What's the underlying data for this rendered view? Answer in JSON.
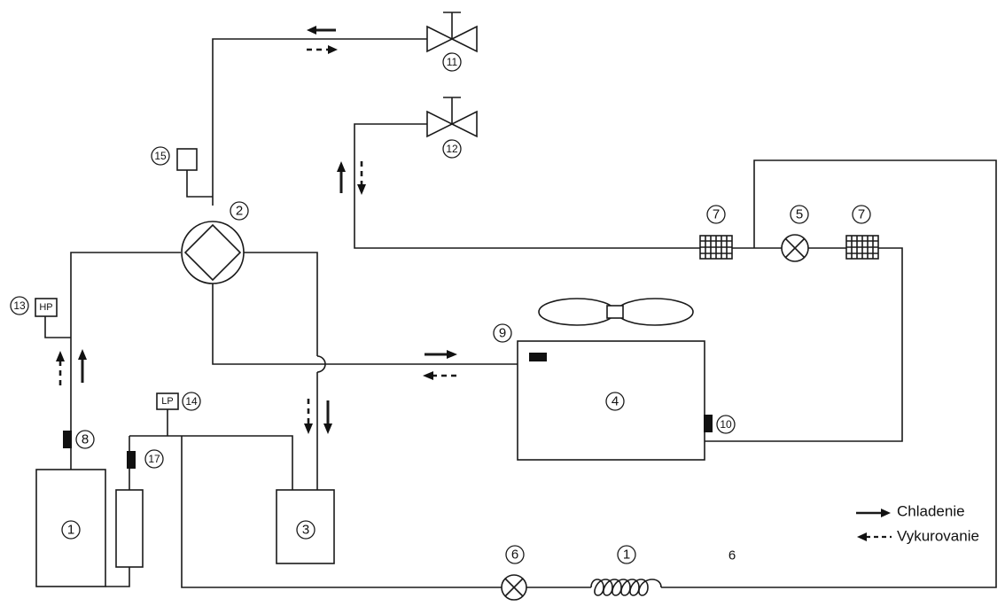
{
  "labels": {
    "compressor": "1",
    "four_way_valve": "2",
    "accumulator": "3",
    "outdoor_coil": "4",
    "expansion_valve_5": "5",
    "expansion_valve_6": "6",
    "filter_left": "7",
    "filter_right": "7",
    "sensor_8": "8",
    "sensor_9": "9",
    "sensor_10": "10",
    "valve_11": "11",
    "valve_12": "12",
    "hp_switch_num": "13",
    "lp_switch_num": "14",
    "pressure_sensor_15": "15",
    "sensor_17": "17",
    "coil_1": "1",
    "stray_number": "6"
  },
  "switches": {
    "hp": "HP",
    "lp": "LP"
  },
  "legend": {
    "cooling": "Chladenie",
    "heating": "Vykurovanie"
  },
  "colors": {
    "line": "#1a1a1a",
    "background": "#ffffff"
  }
}
